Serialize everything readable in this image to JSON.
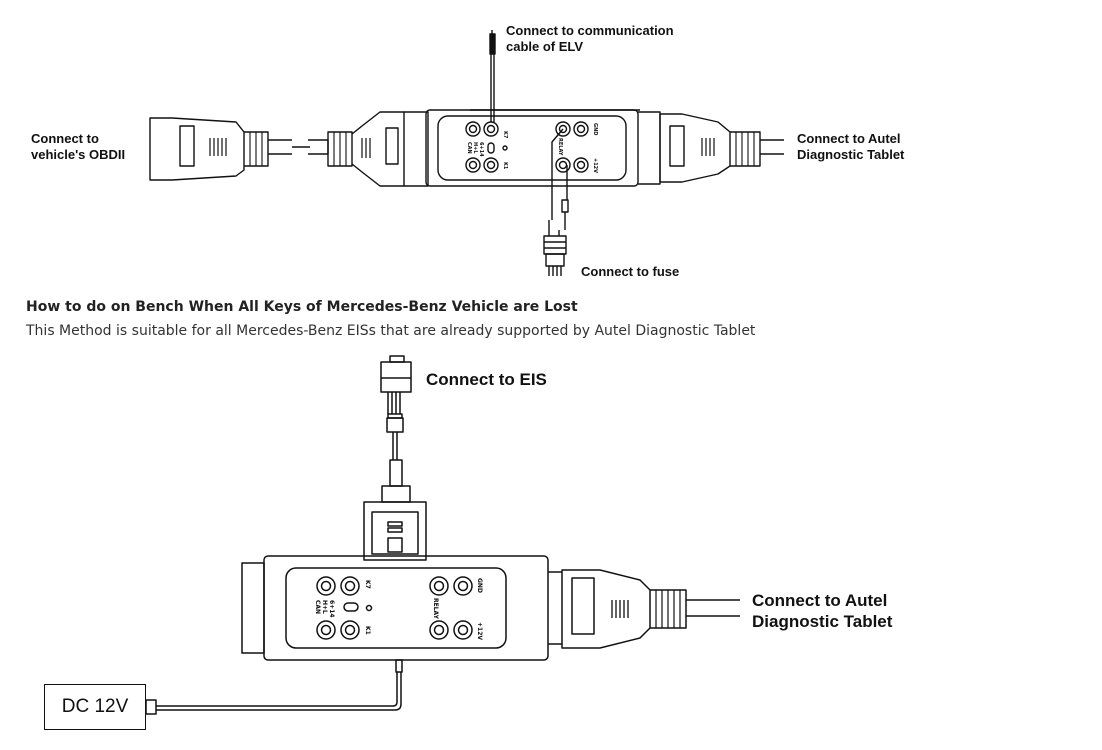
{
  "top_diagram": {
    "label_obd": [
      "Connect to",
      "vehicle's OBDII"
    ],
    "label_elv": [
      "Connect to communication",
      "cable of ELV"
    ],
    "label_tablet": [
      "Connect to Autel",
      "Diagnostic Tablet"
    ],
    "label_fuse": "Connect to fuse",
    "ports": {
      "k7": "K7",
      "can": "CAN",
      "can_h": "H+L",
      "can_l": "6+14",
      "k1": "K1",
      "relay": "RELAY",
      "gnd": "GND",
      "v12": "+12V"
    }
  },
  "section": {
    "heading": "How to do on Bench When All Keys of Mercedes-Benz Vehicle are Lost",
    "description": "This Method is suitable for all Mercedes-Benz EISs that are already supported by Autel Diagnostic Tablet"
  },
  "bottom_diagram": {
    "label_eis": "Connect to EIS",
    "label_tablet": [
      "Connect to Autel",
      "Diagnostic Tablet"
    ],
    "dc_label": "DC 12V",
    "ports": {
      "k7": "K7",
      "can": "CAN",
      "can_h": "H+L",
      "can_l": "6+14",
      "k1": "K1",
      "relay": "RELAY",
      "gnd": "GND",
      "v12": "+12V"
    }
  }
}
